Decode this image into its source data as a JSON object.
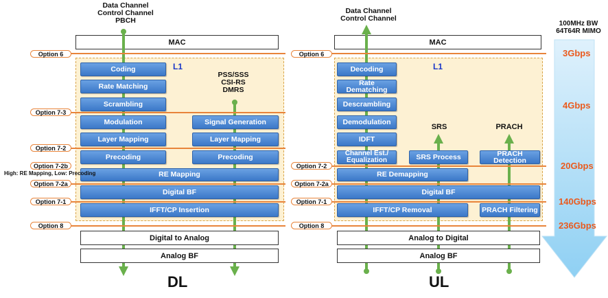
{
  "dl": {
    "top_channels": [
      "Data Channel",
      "Control Channel",
      "PBCH"
    ],
    "mac": "MAC",
    "l1": "L1",
    "sync_signals": [
      "PSS/SSS",
      "CSI-RS",
      "DMRS"
    ],
    "blocks": {
      "coding": "Coding",
      "rate_matching": "Rate Matching",
      "scrambling": "Scrambling",
      "modulation": "Modulation",
      "layer_mapping": "Layer Mapping",
      "precoding": "Precoding",
      "signal_generation": "Signal Generation",
      "layer_mapping_2": "Layer Mapping",
      "precoding_2": "Precoding",
      "re_mapping": "RE Mapping",
      "digital_bf": "Digital BF",
      "ifft": "IFFT/CP Insertion"
    },
    "digital_to_analog": "Digital to Analog",
    "analog_bf": "Analog BF",
    "label": "DL",
    "options": {
      "o6": "Option 6",
      "o73": "Option 7-3",
      "o72": "Option 7-2",
      "o72b": "Option 7-2b",
      "o72a": "Option 7-2a",
      "o71": "Option 7-1",
      "o8": "Option 8"
    },
    "option_note": "High: RE Mapping, Low: Precoding"
  },
  "ul": {
    "top_channels": [
      "Data Channel",
      "Control Channel"
    ],
    "mac": "MAC",
    "l1": "L1",
    "srs": "SRS",
    "prach": "PRACH",
    "blocks": {
      "decoding": "Decoding",
      "rate_dematching": "Rate Dematching",
      "descrambling": "Descrambling",
      "demodulation": "Demodulation",
      "idft": "IDFT",
      "channel_est": "Channel Est./ Equalization",
      "srs_process": "SRS Process",
      "prach_detection": "PRACH Detection",
      "re_demapping": "RE Demapping",
      "digital_bf": "Digital BF",
      "ifft_removal": "IFFT/CP Removal",
      "prach_filtering": "PRACH Filtering"
    },
    "analog_to_digital": "Analog to Digital",
    "analog_bf": "Analog BF",
    "label": "UL",
    "options": {
      "o6": "Option 6",
      "o72": "Option 7-2",
      "o72a": "Option 7-2a",
      "o71": "Option 7-1",
      "o8": "Option 8"
    }
  },
  "bandwidth": {
    "title": [
      "100MHz BW",
      "64T64R MIMO"
    ],
    "rates": [
      "3Gbps",
      "4Gbps",
      "20Gbps",
      "140Gbps",
      "236Gbps"
    ]
  },
  "colors": {
    "block": "#4a86d4",
    "arrow": "#6ab04c",
    "option_line": "#e8843a",
    "rate": "#ea5a1d",
    "l1_fill": "#fdf1d3",
    "bw_arrow": "#a9dcf7"
  }
}
